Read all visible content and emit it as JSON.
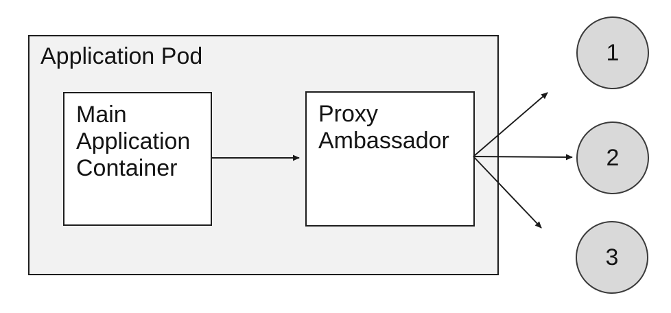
{
  "diagram": {
    "pod": {
      "label": "Application Pod"
    },
    "nodes": [
      {
        "id": "main-application-container",
        "label": "Main Application Container"
      },
      {
        "id": "proxy-ambassador",
        "label": "Proxy Ambassador"
      }
    ],
    "endpoints": [
      {
        "id": "endpoint-1",
        "label": "1"
      },
      {
        "id": "endpoint-2",
        "label": "2"
      },
      {
        "id": "endpoint-3",
        "label": "3"
      }
    ],
    "edges": [
      {
        "from": "main-application-container",
        "to": "proxy-ambassador"
      },
      {
        "from": "proxy-ambassador",
        "to": "endpoint-1"
      },
      {
        "from": "proxy-ambassador",
        "to": "endpoint-2"
      },
      {
        "from": "proxy-ambassador",
        "to": "endpoint-3"
      }
    ]
  },
  "colors": {
    "background": "#ffffff",
    "pod-fill": "#f2f2f2",
    "node-fill": "#ffffff",
    "endpoint-fill": "#d9d9d9",
    "border": "#1d1d1d",
    "endpoint-border": "#3a3a3a",
    "arrow": "#1a1a1a",
    "text": "#141414"
  }
}
